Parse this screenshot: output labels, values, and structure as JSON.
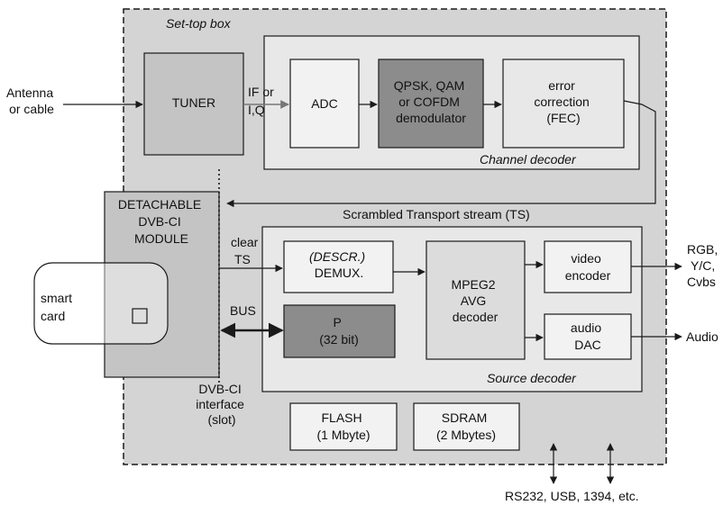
{
  "set_top_box": {
    "title": "Set-top box"
  },
  "channel_decoder": {
    "title": "Channel decoder",
    "tuner": "TUNER",
    "adc": "ADC",
    "demod": [
      "QPSK, QAM",
      "or COFDM",
      "demodulator"
    ],
    "fec": [
      "error",
      "correction",
      "(FEC)"
    ]
  },
  "inputs": {
    "antenna": [
      "Antenna",
      "or cable"
    ],
    "if_iq": [
      "IF or",
      "I,Q"
    ]
  },
  "transport_stream": "Scrambled Transport stream (TS)",
  "ci_module": {
    "title": [
      "DETACHABLE",
      "DVB-CI",
      "MODULE"
    ],
    "smart_card": [
      "smart",
      "card"
    ],
    "clear_ts": [
      "clear",
      "TS"
    ],
    "bus": "BUS",
    "interface": [
      "DVB-CI",
      "interface",
      "(slot)"
    ]
  },
  "source_decoder": {
    "title": "Source decoder",
    "demux": [
      "(DESCR.)",
      "DEMUX."
    ],
    "cpu": [
      "P",
      "(32 bit)"
    ],
    "mpeg": [
      "MPEG2",
      "AVG",
      "decoder"
    ],
    "video_encoder": [
      "video",
      "encoder"
    ],
    "audio_dac": [
      "audio",
      "DAC"
    ]
  },
  "outputs": {
    "video": [
      "RGB,",
      "Y/C,",
      "Cvbs"
    ],
    "audio": "Audio"
  },
  "memory": {
    "flash": [
      "FLASH",
      "(1 Mbyte)"
    ],
    "sdram": [
      "SDRAM",
      "(2 Mbytes)"
    ]
  },
  "ports": "RS232, USB, 1394, etc.",
  "colors": {
    "outer_fill": "#d4d4d4",
    "inner_fill": "#e8e8e8",
    "light_box": "#f2f2f2",
    "dark_box": "#8c8c8c",
    "mid_box": "#c4c4c4",
    "line": "#1a1a1a"
  }
}
